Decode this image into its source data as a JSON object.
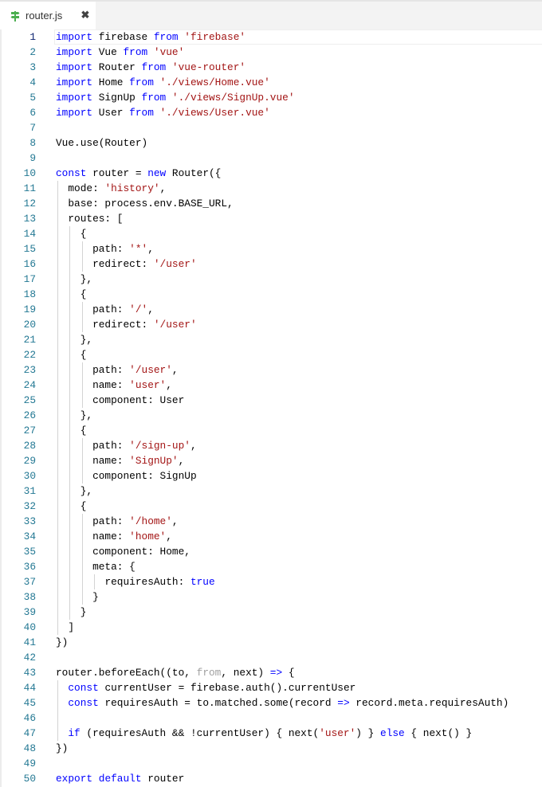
{
  "tabs": [
    {
      "label": "router.js",
      "icon": "router-signpost-icon",
      "icon_color": "#4caf50",
      "active": true,
      "close_icon": "close-icon",
      "close_glyph": "✖"
    }
  ],
  "editor": {
    "active_line": 1,
    "colors": {
      "keyword": "#0000ff",
      "string": "#a31515",
      "text": "#000000",
      "line_number": "#237893",
      "dimmed": "#a0a0a0"
    },
    "lines": [
      {
        "n": "1",
        "indent": 0,
        "tokens": [
          [
            "kw",
            "import"
          ],
          [
            "pl",
            " firebase "
          ],
          [
            "kw",
            "from"
          ],
          [
            "pl",
            " "
          ],
          [
            "str",
            "'firebase'"
          ]
        ]
      },
      {
        "n": "2",
        "indent": 0,
        "tokens": [
          [
            "kw",
            "import"
          ],
          [
            "pl",
            " Vue "
          ],
          [
            "kw",
            "from"
          ],
          [
            "pl",
            " "
          ],
          [
            "str",
            "'vue'"
          ]
        ]
      },
      {
        "n": "3",
        "indent": 0,
        "tokens": [
          [
            "kw",
            "import"
          ],
          [
            "pl",
            " Router "
          ],
          [
            "kw",
            "from"
          ],
          [
            "pl",
            " "
          ],
          [
            "str",
            "'vue-router'"
          ]
        ]
      },
      {
        "n": "4",
        "indent": 0,
        "tokens": [
          [
            "kw",
            "import"
          ],
          [
            "pl",
            " Home "
          ],
          [
            "kw",
            "from"
          ],
          [
            "pl",
            " "
          ],
          [
            "str",
            "'./views/Home.vue'"
          ]
        ]
      },
      {
        "n": "5",
        "indent": 0,
        "tokens": [
          [
            "kw",
            "import"
          ],
          [
            "pl",
            " SignUp "
          ],
          [
            "kw",
            "from"
          ],
          [
            "pl",
            " "
          ],
          [
            "str",
            "'./views/SignUp.vue'"
          ]
        ]
      },
      {
        "n": "6",
        "indent": 0,
        "tokens": [
          [
            "kw",
            "import"
          ],
          [
            "pl",
            " User "
          ],
          [
            "kw",
            "from"
          ],
          [
            "pl",
            " "
          ],
          [
            "str",
            "'./views/User.vue'"
          ]
        ]
      },
      {
        "n": "7",
        "indent": 0,
        "tokens": []
      },
      {
        "n": "8",
        "indent": 0,
        "tokens": [
          [
            "pl",
            "Vue.use(Router)"
          ]
        ]
      },
      {
        "n": "9",
        "indent": 0,
        "tokens": []
      },
      {
        "n": "10",
        "indent": 0,
        "tokens": [
          [
            "kw",
            "const"
          ],
          [
            "pl",
            " router = "
          ],
          [
            "kw",
            "new"
          ],
          [
            "pl",
            " Router({"
          ]
        ]
      },
      {
        "n": "11",
        "indent": 1,
        "tokens": [
          [
            "pl",
            "mode: "
          ],
          [
            "str",
            "'history'"
          ],
          [
            "pl",
            ","
          ]
        ]
      },
      {
        "n": "12",
        "indent": 1,
        "tokens": [
          [
            "pl",
            "base: process.env.BASE_URL,"
          ]
        ]
      },
      {
        "n": "13",
        "indent": 1,
        "tokens": [
          [
            "pl",
            "routes: ["
          ]
        ]
      },
      {
        "n": "14",
        "indent": 2,
        "tokens": [
          [
            "pl",
            "{"
          ]
        ]
      },
      {
        "n": "15",
        "indent": 3,
        "tokens": [
          [
            "pl",
            "path: "
          ],
          [
            "str",
            "'*'"
          ],
          [
            "pl",
            ","
          ]
        ]
      },
      {
        "n": "16",
        "indent": 3,
        "tokens": [
          [
            "pl",
            "redirect: "
          ],
          [
            "str",
            "'/user'"
          ]
        ]
      },
      {
        "n": "17",
        "indent": 2,
        "tokens": [
          [
            "pl",
            "},"
          ]
        ]
      },
      {
        "n": "18",
        "indent": 2,
        "tokens": [
          [
            "pl",
            "{"
          ]
        ]
      },
      {
        "n": "19",
        "indent": 3,
        "tokens": [
          [
            "pl",
            "path: "
          ],
          [
            "str",
            "'/'"
          ],
          [
            "pl",
            ","
          ]
        ]
      },
      {
        "n": "20",
        "indent": 3,
        "tokens": [
          [
            "pl",
            "redirect: "
          ],
          [
            "str",
            "'/user'"
          ]
        ]
      },
      {
        "n": "21",
        "indent": 2,
        "tokens": [
          [
            "pl",
            "},"
          ]
        ]
      },
      {
        "n": "22",
        "indent": 2,
        "tokens": [
          [
            "pl",
            "{"
          ]
        ]
      },
      {
        "n": "23",
        "indent": 3,
        "tokens": [
          [
            "pl",
            "path: "
          ],
          [
            "str",
            "'/user'"
          ],
          [
            "pl",
            ","
          ]
        ]
      },
      {
        "n": "24",
        "indent": 3,
        "tokens": [
          [
            "pl",
            "name: "
          ],
          [
            "str",
            "'user'"
          ],
          [
            "pl",
            ","
          ]
        ]
      },
      {
        "n": "25",
        "indent": 3,
        "tokens": [
          [
            "pl",
            "component: User"
          ]
        ]
      },
      {
        "n": "26",
        "indent": 2,
        "tokens": [
          [
            "pl",
            "},"
          ]
        ]
      },
      {
        "n": "27",
        "indent": 2,
        "tokens": [
          [
            "pl",
            "{"
          ]
        ]
      },
      {
        "n": "28",
        "indent": 3,
        "tokens": [
          [
            "pl",
            "path: "
          ],
          [
            "str",
            "'/sign-up'"
          ],
          [
            "pl",
            ","
          ]
        ]
      },
      {
        "n": "29",
        "indent": 3,
        "tokens": [
          [
            "pl",
            "name: "
          ],
          [
            "str",
            "'SignUp'"
          ],
          [
            "pl",
            ","
          ]
        ]
      },
      {
        "n": "30",
        "indent": 3,
        "tokens": [
          [
            "pl",
            "component: SignUp"
          ]
        ]
      },
      {
        "n": "31",
        "indent": 2,
        "tokens": [
          [
            "pl",
            "},"
          ]
        ]
      },
      {
        "n": "32",
        "indent": 2,
        "tokens": [
          [
            "pl",
            "{"
          ]
        ]
      },
      {
        "n": "33",
        "indent": 3,
        "tokens": [
          [
            "pl",
            "path: "
          ],
          [
            "str",
            "'/home'"
          ],
          [
            "pl",
            ","
          ]
        ]
      },
      {
        "n": "34",
        "indent": 3,
        "tokens": [
          [
            "pl",
            "name: "
          ],
          [
            "str",
            "'home'"
          ],
          [
            "pl",
            ","
          ]
        ]
      },
      {
        "n": "35",
        "indent": 3,
        "tokens": [
          [
            "pl",
            "component: Home,"
          ]
        ]
      },
      {
        "n": "36",
        "indent": 3,
        "tokens": [
          [
            "pl",
            "meta: {"
          ]
        ]
      },
      {
        "n": "37",
        "indent": 4,
        "tokens": [
          [
            "pl",
            "requiresAuth: "
          ],
          [
            "kw",
            "true"
          ]
        ]
      },
      {
        "n": "38",
        "indent": 3,
        "tokens": [
          [
            "pl",
            "}"
          ]
        ]
      },
      {
        "n": "39",
        "indent": 2,
        "tokens": [
          [
            "pl",
            "}"
          ]
        ]
      },
      {
        "n": "40",
        "indent": 1,
        "tokens": [
          [
            "pl",
            "]"
          ]
        ]
      },
      {
        "n": "41",
        "indent": 0,
        "tokens": [
          [
            "pl",
            "})"
          ]
        ]
      },
      {
        "n": "42",
        "indent": 0,
        "tokens": []
      },
      {
        "n": "43",
        "indent": 0,
        "tokens": [
          [
            "pl",
            "router.beforeEach((to, "
          ],
          [
            "dim",
            "from"
          ],
          [
            "pl",
            ", next) "
          ],
          [
            "kw",
            "=>"
          ],
          [
            "pl",
            " {"
          ]
        ]
      },
      {
        "n": "44",
        "indent": 1,
        "tokens": [
          [
            "kw",
            "const"
          ],
          [
            "pl",
            " currentUser = firebase.auth().currentUser"
          ]
        ]
      },
      {
        "n": "45",
        "indent": 1,
        "tokens": [
          [
            "kw",
            "const"
          ],
          [
            "pl",
            " requiresAuth = to.matched.some(record "
          ],
          [
            "kw",
            "=>"
          ],
          [
            "pl",
            " record.meta.requiresAuth)"
          ]
        ]
      },
      {
        "n": "46",
        "indent": 1,
        "tokens": []
      },
      {
        "n": "47",
        "indent": 1,
        "tokens": [
          [
            "kw",
            "if"
          ],
          [
            "pl",
            " (requiresAuth && !currentUser) { next("
          ],
          [
            "str",
            "'user'"
          ],
          [
            "pl",
            ") } "
          ],
          [
            "kw",
            "else"
          ],
          [
            "pl",
            " { next() }"
          ]
        ]
      },
      {
        "n": "48",
        "indent": 0,
        "tokens": [
          [
            "pl",
            "})"
          ]
        ]
      },
      {
        "n": "49",
        "indent": 0,
        "tokens": []
      },
      {
        "n": "50",
        "indent": 0,
        "tokens": [
          [
            "kw",
            "export"
          ],
          [
            "pl",
            " "
          ],
          [
            "kw",
            "default"
          ],
          [
            "pl",
            " router"
          ]
        ]
      }
    ],
    "guides": {
      "11": [
        1
      ],
      "12": [
        1
      ],
      "13": [
        1
      ],
      "14": [
        1,
        2
      ],
      "15": [
        1,
        2,
        3
      ],
      "16": [
        1,
        2,
        3
      ],
      "17": [
        1,
        2
      ],
      "18": [
        1,
        2
      ],
      "19": [
        1,
        2,
        3
      ],
      "20": [
        1,
        2,
        3
      ],
      "21": [
        1,
        2
      ],
      "22": [
        1,
        2
      ],
      "23": [
        1,
        2,
        3
      ],
      "24": [
        1,
        2,
        3
      ],
      "25": [
        1,
        2,
        3
      ],
      "26": [
        1,
        2
      ],
      "27": [
        1,
        2
      ],
      "28": [
        1,
        2,
        3
      ],
      "29": [
        1,
        2,
        3
      ],
      "30": [
        1,
        2,
        3
      ],
      "31": [
        1,
        2
      ],
      "32": [
        1,
        2
      ],
      "33": [
        1,
        2,
        3
      ],
      "34": [
        1,
        2,
        3
      ],
      "35": [
        1,
        2,
        3
      ],
      "36": [
        1,
        2,
        3
      ],
      "37": [
        1,
        2,
        3,
        4
      ],
      "38": [
        1,
        2,
        3
      ],
      "39": [
        1,
        2
      ],
      "40": [
        1
      ],
      "44": [
        1
      ],
      "45": [
        1
      ],
      "46": [
        1
      ],
      "47": [
        1
      ]
    }
  }
}
